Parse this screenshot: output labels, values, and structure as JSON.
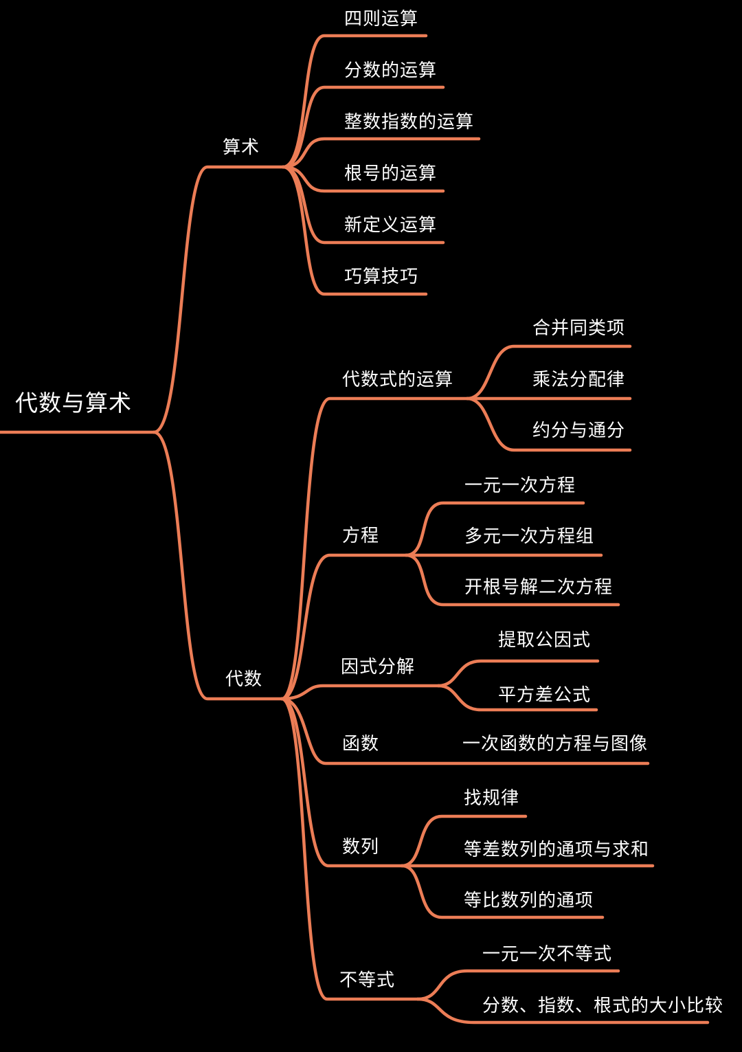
{
  "theme": {
    "background_color": "#000000",
    "line_color": "#EC7D56",
    "text_color": "#FFFFFF"
  },
  "root": {
    "label": "代数与算术"
  },
  "branches": [
    {
      "label": "算术",
      "children": [
        {
          "label": "四则运算"
        },
        {
          "label": "分数的运算"
        },
        {
          "label": "整数指数的运算"
        },
        {
          "label": "根号的运算"
        },
        {
          "label": "新定义运算"
        },
        {
          "label": "巧算技巧"
        }
      ]
    },
    {
      "label": "代数",
      "children": [
        {
          "label": "代数式的运算",
          "children": [
            {
              "label": "合并同类项"
            },
            {
              "label": "乘法分配律"
            },
            {
              "label": "约分与通分"
            }
          ]
        },
        {
          "label": "方程",
          "children": [
            {
              "label": "一元一次方程"
            },
            {
              "label": "多元一次方程组"
            },
            {
              "label": "开根号解二次方程"
            }
          ]
        },
        {
          "label": "因式分解",
          "children": [
            {
              "label": "提取公因式"
            },
            {
              "label": "平方差公式"
            }
          ]
        },
        {
          "label": "函数",
          "children": [
            {
              "label": "一次函数的方程与图像"
            }
          ]
        },
        {
          "label": "数列",
          "children": [
            {
              "label": "找规律"
            },
            {
              "label": "等差数列的通项与求和"
            },
            {
              "label": "等比数列的通项"
            }
          ]
        },
        {
          "label": "不等式",
          "children": [
            {
              "label": "一元一次不等式"
            },
            {
              "label": "分数、指数、根式的大小比较"
            }
          ]
        }
      ]
    }
  ]
}
